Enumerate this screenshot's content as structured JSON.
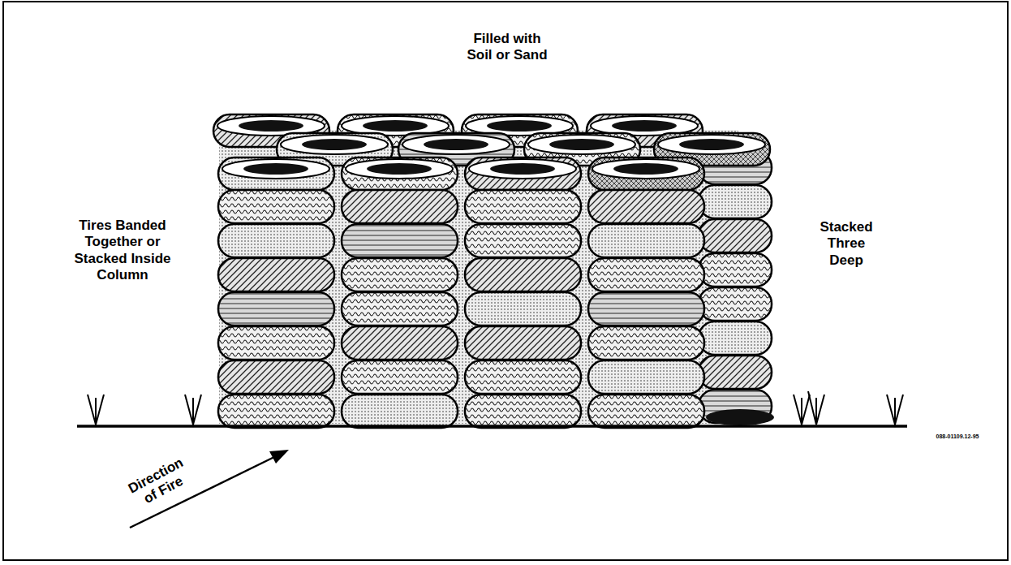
{
  "diagram": {
    "labels": [
      "Filled with Soil or Sand",
      "Tires Banded Together or Stacked Inside Column",
      "Stacked Three Deep",
      "Direction of Fire",
      "088-01109.12-95"
    ]
  }
}
